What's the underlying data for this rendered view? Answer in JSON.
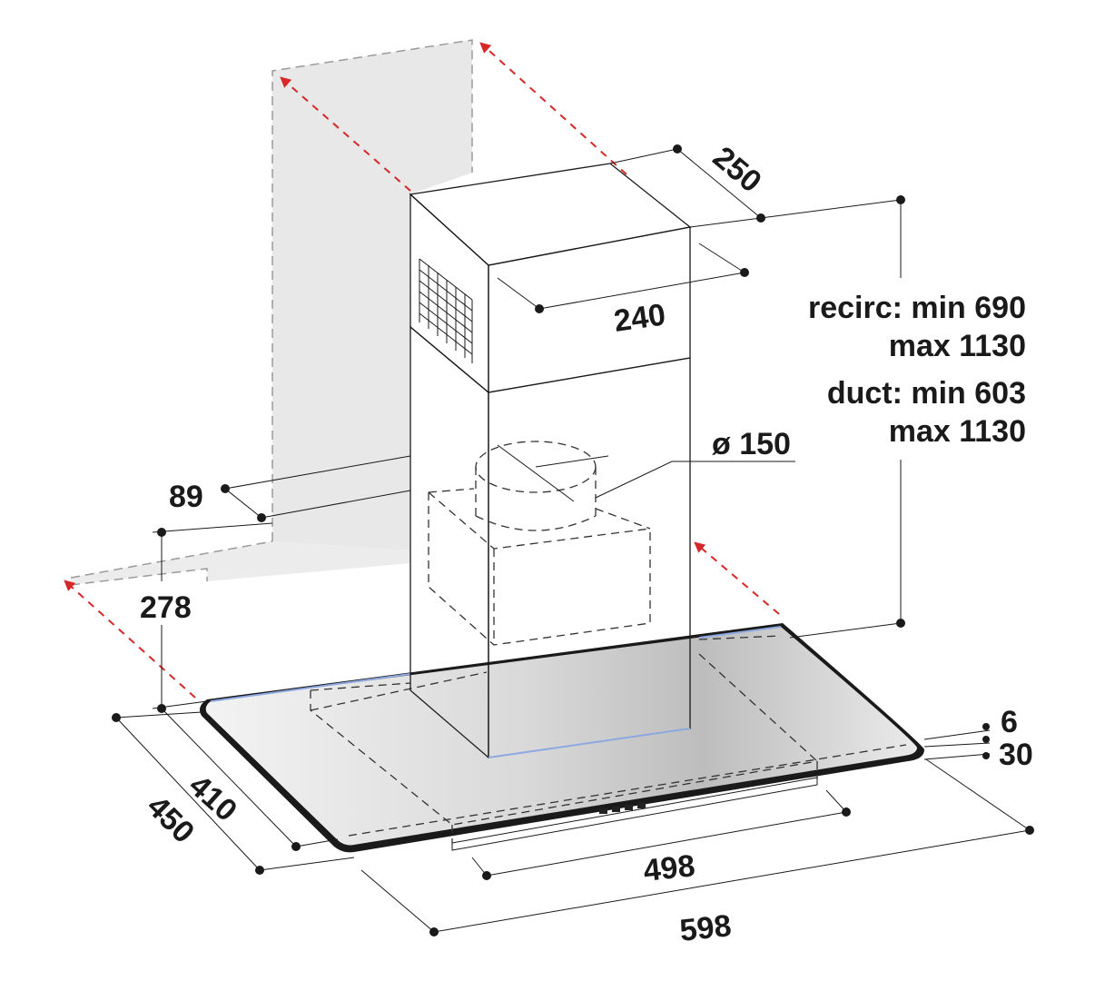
{
  "dimensions": {
    "chimney_depth": "250",
    "chimney_width": "240",
    "height_recirc": "recirc: min 690",
    "height_recirc_max": "max 1130",
    "height_duct": "duct: min 603",
    "height_duct_max": "max 1130",
    "outlet_diameter": "ø 150",
    "wall_offset": "89",
    "body_height": "278",
    "glass_thickness": "6",
    "frame_thickness": "30",
    "inner_depth": "410",
    "outer_depth": "450",
    "inner_width": "498",
    "outer_width": "598"
  },
  "colors": {
    "line": "#1a1a1a",
    "arrow": "#d62828",
    "wall": "#e6e6e6",
    "glass_light": "#f2f2f2",
    "glass_dark": "#b9b9b9",
    "glass_edge": "#8fa8e0"
  }
}
